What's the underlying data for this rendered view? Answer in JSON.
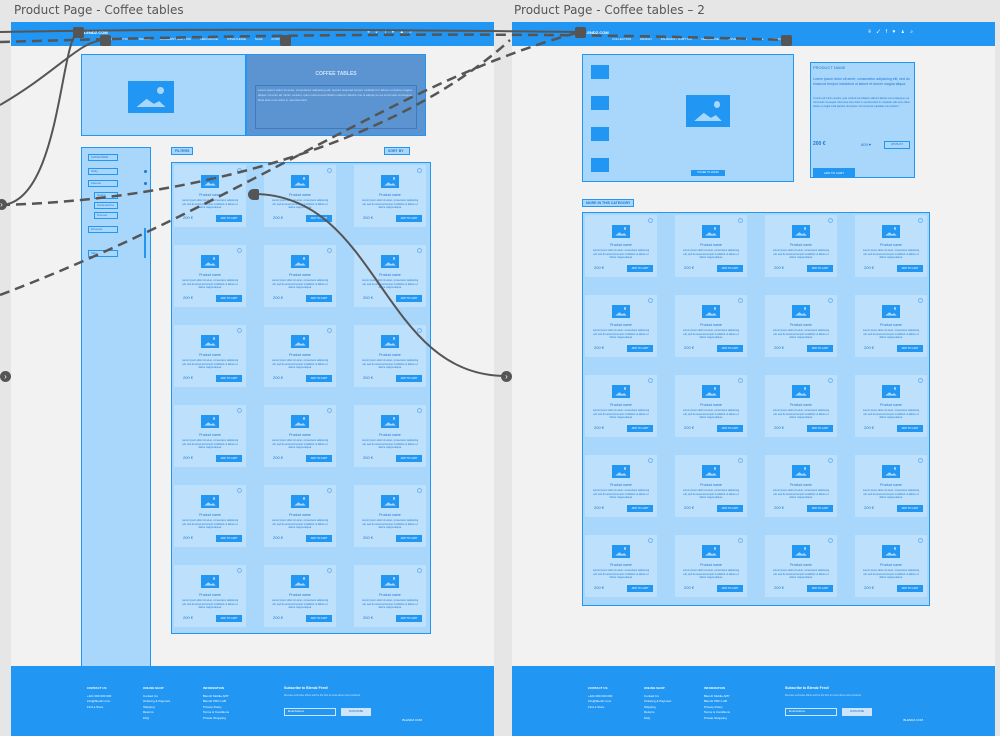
{
  "artboards": [
    {
      "title": "Product Page - Coffee tables"
    },
    {
      "title": "Product Page - Coffee tables – 2"
    }
  ],
  "nav": {
    "logo": "BLENDZ.COM",
    "links": [
      "COLLECTION",
      "DESIGN",
      "ZÁHRADNÝ NÁBYTOK",
      "DEKORÁCIE",
      "OSVETLENIE",
      "SALE",
      "KONTAKT"
    ],
    "social": "⌾ ✓ f ♥  ♟ ⌕"
  },
  "hero": {
    "title": "COFFEE TABLES",
    "text": "Lorem ipsum dolor sit amet, consectetur adipiscing elit, sed do eiusmod tempor incididunt ut labore et dolore magna aliqua. Ut enim ad minim veniam, quis nostrud exercitation ullamco laboris nisi ut aliquip ex ea commodo consequat. Duis aute irure dolor in reprehenderit."
  },
  "sidebar": {
    "filters": [
      "KATEGÓRIE",
      "Stoly",
      "Kávové",
      "Nočné",
      "Konferenčné",
      "Kovové",
      "Drevené",
      "Sklo"
    ]
  },
  "toolbar": {
    "filter_label": "FILTERS",
    "sort_label": "SORT BY"
  },
  "product": {
    "name": "Product name",
    "desc": "Lorem ipsum dolor sit amet, consectetur adipiscing elit, sed do eiusmod tempor incididunt ut labore et dolore magna aliqua.",
    "price": "200 €",
    "btn": "ADD TO CART"
  },
  "detail": {
    "name": "PRODUCT NAME",
    "short": "Lorem ipsum dolor sit amet, consectetur adipiscing elit, sed do eiusmod tempor incididunt ut labore et dolore magna aliqua.",
    "long": "Ut enim ad minim veniam, quis nostrud exercitation ullamco laboris nisi ut aliquip ex ea commodo consequat. Duis aute irure dolor in reprehenderit in voluptate velit esse cillum dolore eu fugiat nulla pariatur. Excepteur sint occaecat cupidatat non proident.",
    "price": "200 €",
    "likes": "809 ♥",
    "wishlist": "WISHLIST",
    "cart": "ADD TO CART",
    "zoom": "HOVER TO ZOOM"
  },
  "more_title": "MORE IN THIS CATEGORY",
  "footer": {
    "col1": {
      "h": "CONTACT US",
      "items": [
        "+421 000 000 000",
        "info@blendz.com",
        "Find a Store"
      ]
    },
    "col2": {
      "h": "ONLINE SHOP",
      "items": [
        "Contact Us",
        "Ordering & Payment",
        "Shipping",
        "Returns",
        "FAQ"
      ]
    },
    "col3": {
      "h": "INFORMATION",
      "items": [
        "Blendz Mobile APP",
        "Blendz PRO LAB",
        "Privacy Policy",
        "Terms & Conditions",
        "Private Shopping"
      ]
    },
    "subscribe": "Subscribe to Blendz Feed!",
    "subtext": "Receive exclusive offers and be the first to know about new products.",
    "email_ph": "Email Address",
    "sub_btn": "SUBSCRIBE",
    "brand": "BLENDZ.COM"
  }
}
